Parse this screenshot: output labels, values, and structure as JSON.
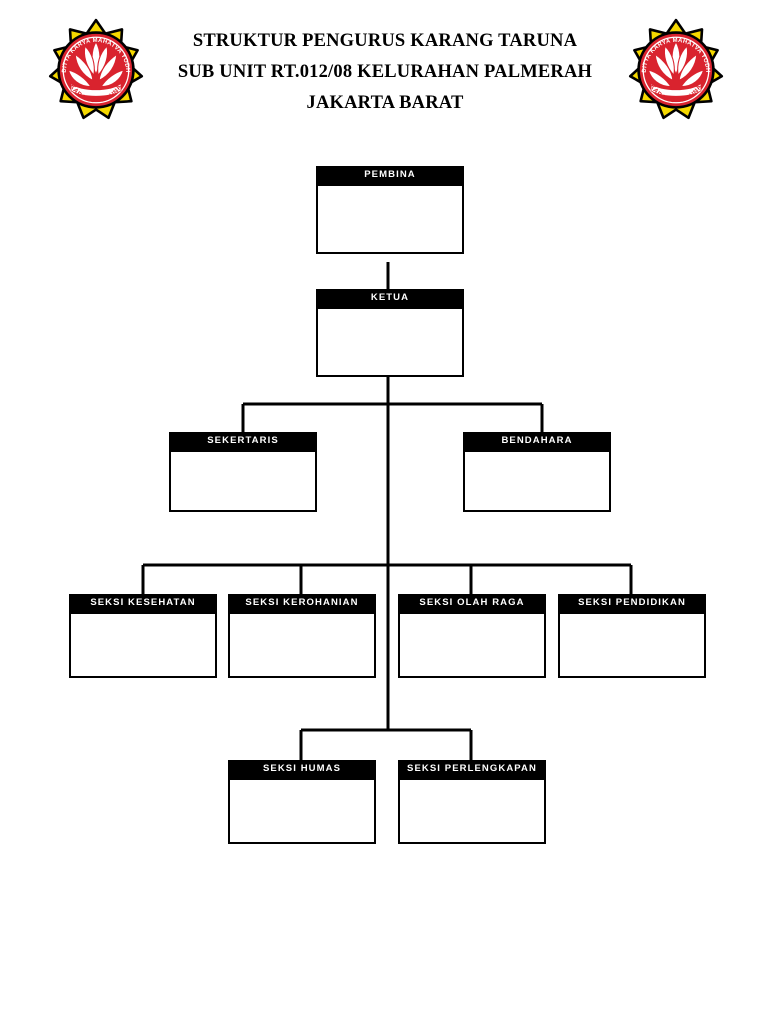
{
  "document": {
    "title_lines": [
      "STRUKTUR PENGURUS KARANG TARUNA",
      "SUB UNIT RT.012/08  KELURAHAN PALMERAH",
      "JAKARTA BARAT"
    ]
  },
  "emblem": {
    "name": "karang-taruna-logo",
    "top_arc_text": "ADITYA KARYA MAHATVA YODHA",
    "bottom_arc_text": "KARANG TARUNA",
    "colors": {
      "petal": "#F5D800",
      "disc": "#D9232E",
      "outline": "#000000",
      "flower": "#FFFFFF"
    }
  },
  "colors": {
    "header_bar": "#000000",
    "header_text": "#FFFFFF",
    "box_border": "#000000",
    "box_fill": "#FFFFFF",
    "connector": "#000000",
    "page_background": "#FFFFFF"
  },
  "chart_data": {
    "type": "org-chart",
    "title": "STRUKTUR PENGURUS KARANG TARUNA SUB UNIT RT.012/08 KELURAHAN PALMERAH JAKARTA BARAT",
    "levels": [
      {
        "level": 1,
        "nodes": [
          {
            "id": "pembina",
            "label": "PEMBINA",
            "name": "",
            "parent": null
          }
        ]
      },
      {
        "level": 2,
        "nodes": [
          {
            "id": "ketua",
            "label": "KETUA",
            "name": "",
            "parent": "pembina"
          }
        ]
      },
      {
        "level": 3,
        "nodes": [
          {
            "id": "sekertaris",
            "label": "SEKERTARIS",
            "name": "",
            "parent": "ketua"
          },
          {
            "id": "bendahara",
            "label": "BENDAHARA",
            "name": "",
            "parent": "ketua"
          }
        ]
      },
      {
        "level": 4,
        "nodes": [
          {
            "id": "seksi-kesehatan",
            "label": "SEKSI KESEHATAN",
            "name": "",
            "parent": "ketua"
          },
          {
            "id": "seksi-kerohanian",
            "label": "SEKSI KEROHANIAN",
            "name": "",
            "parent": "ketua"
          },
          {
            "id": "seksi-olah-raga",
            "label": "SEKSI OLAH RAGA",
            "name": "",
            "parent": "ketua"
          },
          {
            "id": "seksi-pendidikan",
            "label": "SEKSI PENDIDIKAN",
            "name": "",
            "parent": "ketua"
          }
        ]
      },
      {
        "level": 5,
        "nodes": [
          {
            "id": "seksi-humas",
            "label": "SEKSI HUMAS",
            "name": "",
            "parent": "ketua"
          },
          {
            "id": "seksi-perlengkapan",
            "label": "SEKSI PERLENGKAPAN",
            "name": "",
            "parent": "ketua"
          }
        ]
      }
    ]
  },
  "nodes": {
    "pembina": {
      "label": "PEMBINA",
      "name": ""
    },
    "ketua": {
      "label": "KETUA",
      "name": ""
    },
    "sekertaris": {
      "label": "SEKERTARIS",
      "name": ""
    },
    "bendahara": {
      "label": "BENDAHARA",
      "name": ""
    },
    "seksi_kesehatan": {
      "label": "SEKSI KESEHATAN",
      "name": ""
    },
    "seksi_kerohanian": {
      "label": "SEKSI KEROHANIAN",
      "name": ""
    },
    "seksi_olah_raga": {
      "label": "SEKSI OLAH RAGA",
      "name": ""
    },
    "seksi_pendidikan": {
      "label": "SEKSI PENDIDIKAN",
      "name": ""
    },
    "seksi_humas": {
      "label": "SEKSI HUMAS",
      "name": ""
    },
    "seksi_perlengkapan": {
      "label": "SEKSI PERLENGKAPAN",
      "name": ""
    }
  }
}
